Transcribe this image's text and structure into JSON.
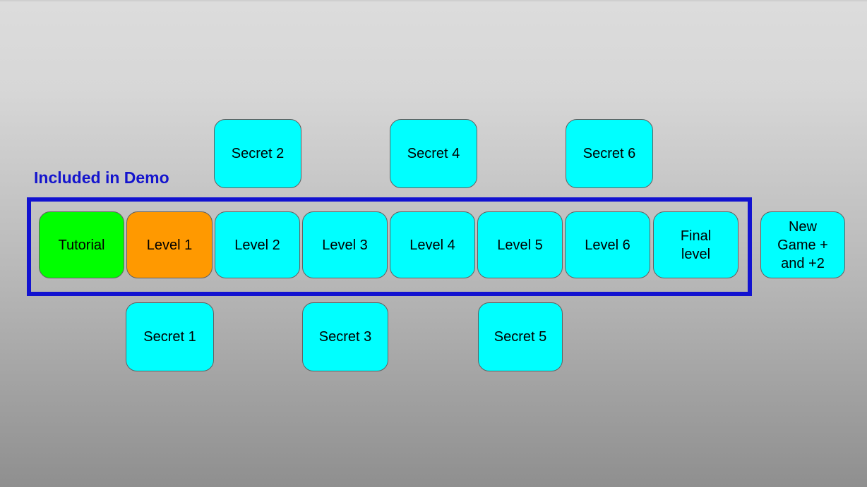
{
  "background": {
    "gradient_top_color": "#dcdcdc",
    "gradient_bottom_color": "#8f8f8f"
  },
  "demo_group": {
    "label": "Included in Demo",
    "label_color": "#1414cd",
    "outline_color": "#1212d0"
  },
  "colors": {
    "tutorial_green": "#00ff00",
    "level1_orange": "#ff9900",
    "default_cyan": "#00ffff",
    "box_border_gray": "#616161",
    "text_black": "#000000"
  },
  "boxes": {
    "main": [
      {
        "label": "Tutorial",
        "color": "#00ff00"
      },
      {
        "label": "Level 1",
        "color": "#ff9900"
      },
      {
        "label": "Level 2",
        "color": "#00ffff"
      },
      {
        "label": "Level 3",
        "color": "#00ffff"
      },
      {
        "label": "Level 4",
        "color": "#00ffff"
      },
      {
        "label": "Level 5",
        "color": "#00ffff"
      },
      {
        "label": "Level 6",
        "color": "#00ffff"
      },
      {
        "label": "Final\nlevel",
        "color": "#00ffff"
      }
    ],
    "new_game": {
      "label": "New\nGame +\nand +2",
      "color": "#00ffff"
    },
    "secrets_top": [
      {
        "label": "Secret 2",
        "color": "#00ffff"
      },
      {
        "label": "Secret 4",
        "color": "#00ffff"
      },
      {
        "label": "Secret 6",
        "color": "#00ffff"
      }
    ],
    "secrets_bottom": [
      {
        "label": "Secret 1",
        "color": "#00ffff"
      },
      {
        "label": "Secret 3",
        "color": "#00ffff"
      },
      {
        "label": "Secret 5",
        "color": "#00ffff"
      }
    ]
  }
}
